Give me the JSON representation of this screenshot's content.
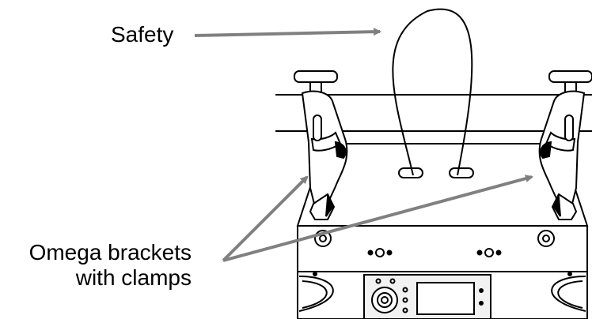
{
  "labels": {
    "safety": "Safety",
    "omega_line1": "Omega brackets",
    "omega_line2": "with clamps"
  },
  "colors": {
    "line": "#000000",
    "arrow": "#808080",
    "panel": "#f2f2f2",
    "background": "#ffffff"
  },
  "icons": [
    "safety-cable-icon",
    "omega-bracket-clamp-icon",
    "fixture-icon",
    "control-panel-icon",
    "pipe-icon"
  ]
}
